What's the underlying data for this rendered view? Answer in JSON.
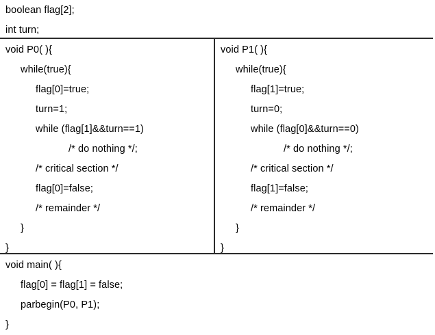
{
  "document": {
    "title": "Peterson's Algorithm pseudocode table",
    "text_color": "#000000",
    "background_color": "#ffffff",
    "rule_color": "#2b2b2b"
  },
  "declarations": {
    "lines": [
      {
        "text": "boolean flag[2];",
        "indent": 0
      },
      {
        "text": "int turn;",
        "indent": 0
      }
    ]
  },
  "process_left": {
    "name": "P0",
    "lines": [
      {
        "text": "void P0( ){",
        "indent": 0
      },
      {
        "text": "while(true){",
        "indent": 1
      },
      {
        "text": "flag[0]=true;",
        "indent": 2
      },
      {
        "text": "turn=1;",
        "indent": 2
      },
      {
        "text": "while (flag[1]&&turn==1)",
        "indent": 2
      },
      {
        "text": "/* do nothing */;",
        "indent": 3
      },
      {
        "text": "/* critical section */",
        "indent": 2
      },
      {
        "text": "flag[0]=false;",
        "indent": 2
      },
      {
        "text": "/* remainder */",
        "indent": 2
      },
      {
        "text": "}",
        "indent": 1
      },
      {
        "text": "}",
        "indent": 0
      }
    ]
  },
  "process_right": {
    "name": "P1",
    "lines": [
      {
        "text": "void P1( ){",
        "indent": 0
      },
      {
        "text": "while(true){",
        "indent": 1
      },
      {
        "text": "flag[1]=true;",
        "indent": 2
      },
      {
        "text": "turn=0;",
        "indent": 2
      },
      {
        "text": "while (flag[0]&&turn==0)",
        "indent": 2
      },
      {
        "text": "/* do nothing */;",
        "indent": 3
      },
      {
        "text": "/* critical section */",
        "indent": 2
      },
      {
        "text": "flag[1]=false;",
        "indent": 2
      },
      {
        "text": "/* remainder */",
        "indent": 2
      },
      {
        "text": "}",
        "indent": 1
      },
      {
        "text": "}",
        "indent": 0
      }
    ]
  },
  "main_function": {
    "lines": [
      {
        "text": "void main( ){",
        "indent": 0
      },
      {
        "text": "flag[0] = flag[1] = false;",
        "indent": 1
      },
      {
        "text": "parbegin(P0, P1);",
        "indent": 1
      },
      {
        "text": "}",
        "indent": 0
      }
    ]
  }
}
